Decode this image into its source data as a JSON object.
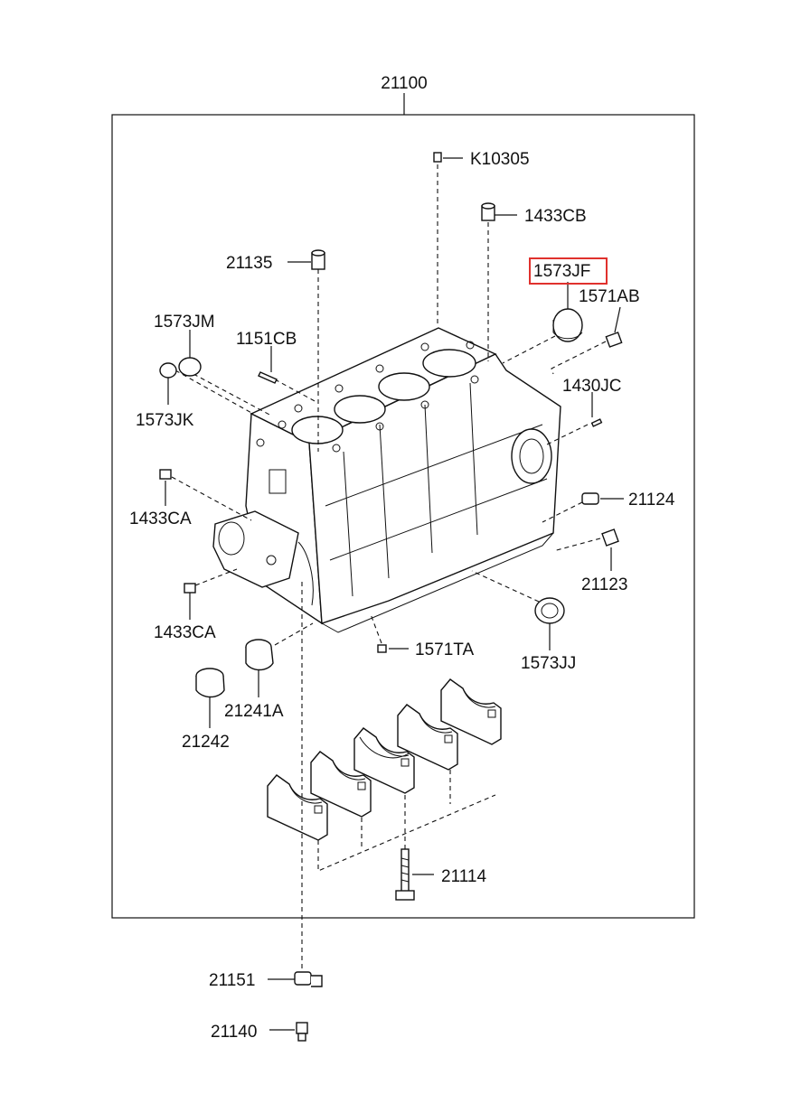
{
  "diagram": {
    "assembly_number": "21100",
    "highlighted_part": "1573JF",
    "highlight_color": "#e0312d",
    "line_color": "#111111",
    "parts": {
      "k10305": "K10305",
      "p1433cb": "1433CB",
      "p21135": "21135",
      "p1573jf": "1573JF",
      "p1571ab": "1571AB",
      "p1573jm": "1573JM",
      "p1151cb": "1151CB",
      "p1430jc": "1430JC",
      "p1573jk": "1573JK",
      "p21124": "21124",
      "p1433ca_upper": "1433CA",
      "p21123": "21123",
      "p1433ca_lower": "1433CA",
      "p1571ta": "1571TA",
      "p1573jj": "1573JJ",
      "p21241a": "21241A",
      "p21242": "21242",
      "p21114": "21114",
      "p21151": "21151",
      "p21140": "21140"
    }
  }
}
